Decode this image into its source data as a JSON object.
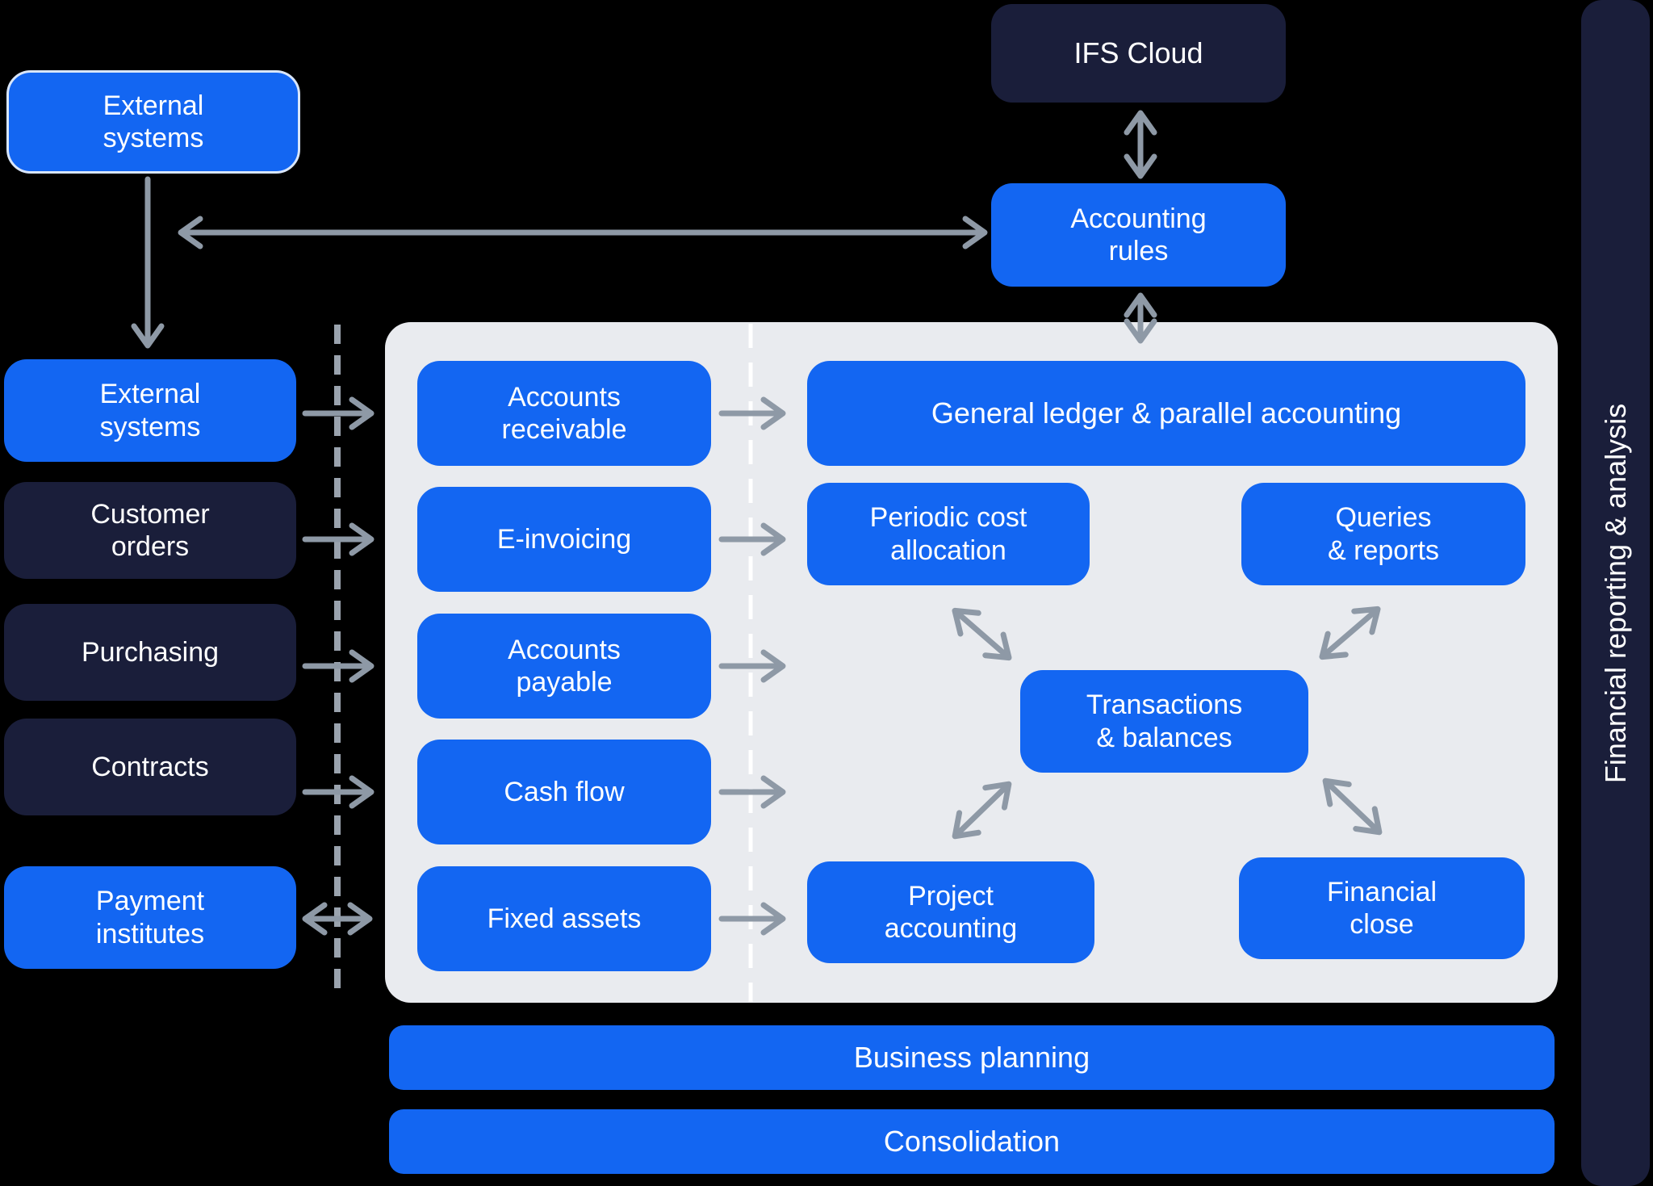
{
  "colors": {
    "blue": "#1366F2",
    "navy": "#1A1E3A",
    "panel": "#E9EBEF",
    "arrow": "#8E99A6",
    "dash_gray": "#9AA3AE",
    "dash_white": "#FFFFFF",
    "text": "#FFFFFF",
    "background": "#000000",
    "top_box_border": "#D9E6FA"
  },
  "nodes": {
    "external_systems_top": "External\nsystems",
    "ifs_cloud": "IFS Cloud",
    "accounting_rules": "Accounting\nrules"
  },
  "left_column": [
    {
      "label": "External\nsystems",
      "variant": "blue"
    },
    {
      "label": "Customer\norders",
      "variant": "navy"
    },
    {
      "label": "Purchasing",
      "variant": "navy"
    },
    {
      "label": "Contracts",
      "variant": "navy"
    },
    {
      "label": "Payment\ninstitutes",
      "variant": "blue"
    }
  ],
  "ledger_modules": [
    "Accounts\nreceivable",
    "E-invoicing",
    "Accounts\npayable",
    "Cash flow",
    "Fixed assets"
  ],
  "core": {
    "general_ledger": "General ledger & parallel accounting",
    "periodic_cost_allocation": "Periodic cost\nallocation",
    "queries_reports": "Queries\n& reports",
    "transactions_balances": "Transactions\n& balances",
    "project_accounting": "Project\naccounting",
    "financial_close": "Financial\nclose"
  },
  "bottom_bars": {
    "business_planning": "Business planning",
    "consolidation": "Consolidation"
  },
  "sidebar": {
    "label": "Financial reporting & analysis"
  }
}
